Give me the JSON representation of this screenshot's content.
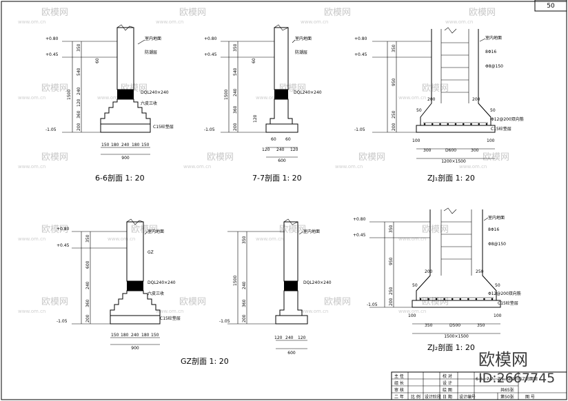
{
  "page_number": "50",
  "watermark": {
    "text": "欧模网",
    "url": "www.om.cn"
  },
  "brand": {
    "name": "欧模网",
    "id": "ID:2667745"
  },
  "sections": {
    "s66": {
      "title": "6-6剖面  1: 20",
      "levels": [
        "+0.80",
        "+0.45",
        "-1.05"
      ],
      "vdims": [
        "350",
        "60",
        "540",
        "1500",
        "240",
        "120",
        "360",
        "200"
      ],
      "hdims": [
        "150",
        "180",
        "240",
        "180",
        "150"
      ],
      "total": "900",
      "labels": [
        "室内地面",
        "防潮层",
        "DQL240×240",
        "六皮三收",
        "C15砼垫层"
      ]
    },
    "s77": {
      "title": "7-7剖面  1: 20",
      "levels": [
        "+0.80",
        "+0.45",
        "-1.05"
      ],
      "vdims": [
        "350",
        "60",
        "540",
        "1500",
        "240",
        "360",
        "120",
        "200"
      ],
      "hdims": [
        "60",
        "60",
        "120",
        "240",
        "120"
      ],
      "total": "600",
      "labels": [
        "室内地面",
        "防潮层",
        "DQL240×240"
      ]
    },
    "zj1": {
      "title": "ZJ₁剖面  1: 20",
      "levels": [
        "+0.80",
        "+0.45",
        "-1.05"
      ],
      "vdims": [
        "350",
        "950",
        "250",
        "200"
      ],
      "hdims": [
        "100",
        "300",
        "D600",
        "300",
        "100"
      ],
      "top_dims": [
        "200",
        "200",
        "50",
        "50"
      ],
      "total": "1200×1500",
      "labels": [
        "室内地面",
        "8Φ16",
        "Φ8@150",
        "Φ12@200双向筋",
        "C15砼垫层"
      ]
    },
    "gz": {
      "title": "GZ剖面  1: 20",
      "levels": [
        "+0.80",
        "+0.45",
        "-1.05"
      ],
      "vdims": [
        "350",
        "600",
        "240",
        "360",
        "200"
      ],
      "hdims": [
        "150",
        "180",
        "240",
        "180",
        "150"
      ],
      "total": "900",
      "labels": [
        "室内地面",
        "GZ",
        "DQL240×240",
        "六皮三收",
        "C15砼垫层"
      ]
    },
    "s4": {
      "levels": [
        "-1.05"
      ],
      "vdims": [
        "350",
        "1500",
        "240",
        "360",
        "200"
      ],
      "hdims": [
        "120",
        "240",
        "120"
      ],
      "total": "600",
      "labels": [
        "室内地面",
        "DQL240×240"
      ]
    },
    "zj2": {
      "title": "ZJ₂剖面  1: 20",
      "levels": [
        "+0.80",
        "+0.45",
        "-1.05"
      ],
      "vdims": [
        "350",
        "950",
        "250",
        "200"
      ],
      "hdims": [
        "100",
        "350",
        "D500",
        "350",
        "100"
      ],
      "top_dims": [
        "200",
        "250",
        "50",
        "50"
      ],
      "total": "1500×1500",
      "labels": [
        "室内地面",
        "8Φ16",
        "Φ8@150",
        "Φ12@200双向筋",
        "C15砼垫层"
      ]
    }
  },
  "titleblock": {
    "rows": [
      [
        "主 任",
        "",
        "校 对",
        ""
      ],
      [
        "组 长",
        "",
        "设 计",
        ""
      ],
      [
        "审 核",
        "",
        "绘 图",
        ""
      ]
    ],
    "drawing_name": "6-6、7-7、ZJ1、ZJ2、GZ剖面图",
    "footer": [
      "二 年",
      "比 例",
      "设计阶段",
      "日 期",
      "设计编号",
      "共65张",
      "第50张",
      "图 号"
    ]
  }
}
